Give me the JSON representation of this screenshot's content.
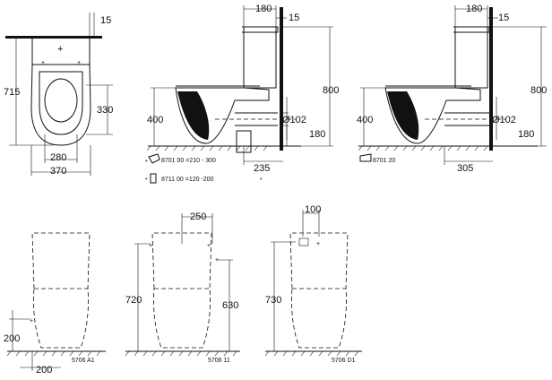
{
  "top_view": {
    "dim_top": "15",
    "dim_height": "715",
    "dim_seat": "330",
    "dim_inner_width": "280",
    "dim_width": "370"
  },
  "side_view_1": {
    "dim_tank_depth": "180",
    "dim_gap": "15",
    "dim_total_height": "800",
    "dim_outlet_height": "400",
    "dim_pipe": "Ø102",
    "dim_pipe_height": "180",
    "dim_wall_distance": "235",
    "asterisk_a": "*",
    "part_a": "8701 00 =210 - 300",
    "part_b": "8711 00 =120 -200",
    "asterisk_b": "*",
    "asterisk_c": "*"
  },
  "side_view_2": {
    "dim_tank_depth": "180",
    "dim_gap": "15",
    "dim_total_height": "800",
    "dim_outlet_height": "400",
    "dim_pipe": "Ø102",
    "dim_pipe_height": "180",
    "dim_wall_distance": "305",
    "part": "8701 20"
  },
  "front_view_1": {
    "dim_inlet_height": "200",
    "dim_inlet_offset": "200",
    "model": "5706 A1"
  },
  "front_view_2": {
    "dim_spacing": "250",
    "dim_total": "720",
    "dim_connection": "630",
    "model": "5706 11"
  },
  "front_view_3": {
    "dim_spacing": "100",
    "dim_total": "730",
    "model": "5706 D1"
  }
}
